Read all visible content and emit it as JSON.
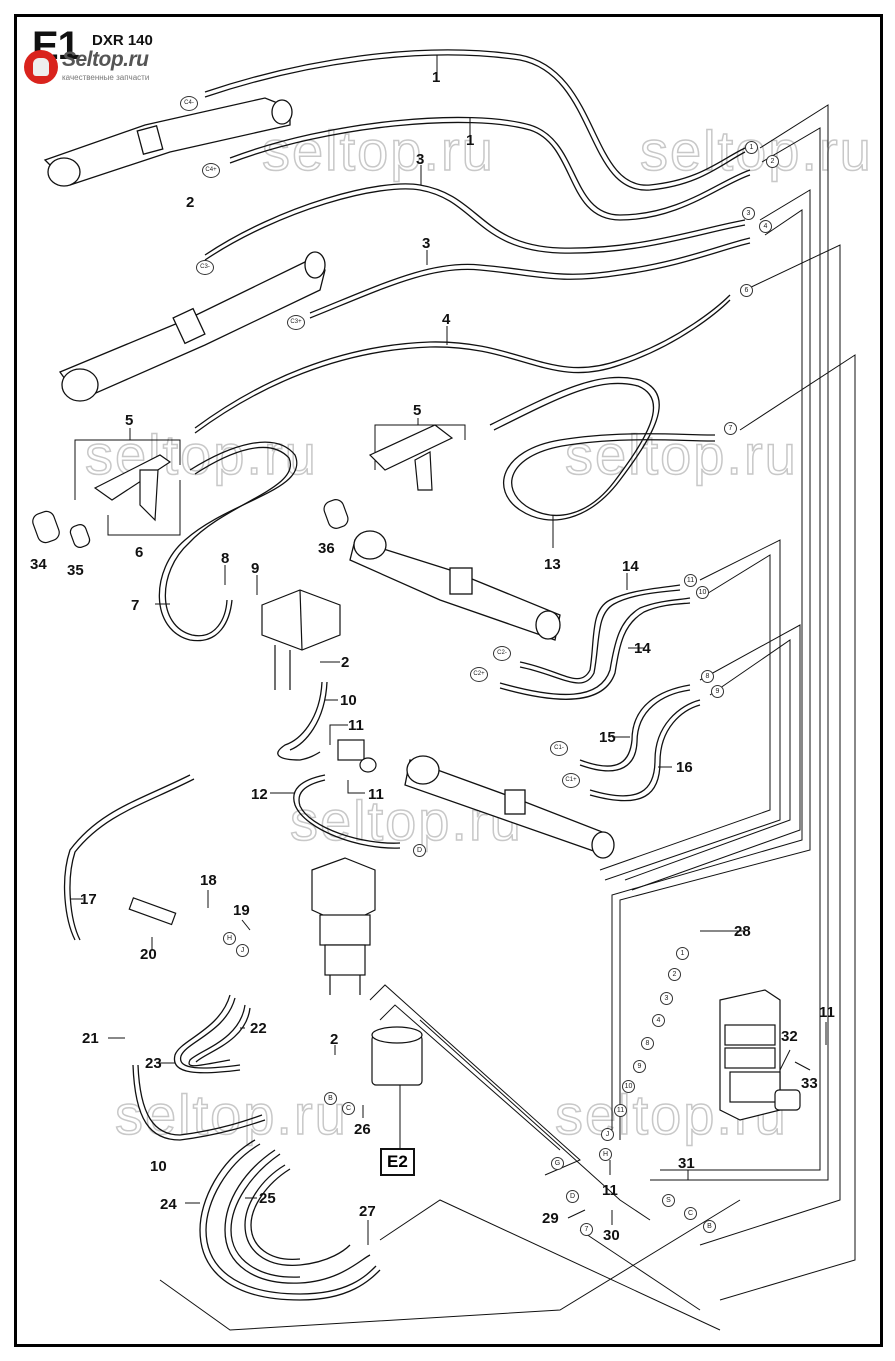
{
  "header": {
    "section_code": "E1",
    "model": "DXR 140"
  },
  "logo": {
    "name": "Seltop.ru",
    "tagline": "качественные запчасти"
  },
  "watermarks": [
    "seltop.ru",
    "seltop.ru",
    "seltop.ru",
    "seltop.ru",
    "seltop.ru",
    "seltop.ru",
    "seltop.ru"
  ],
  "callouts": {
    "c1a": "1",
    "c1b": "1",
    "c2a": "2",
    "c3a": "3",
    "c3b": "3",
    "c4": "4",
    "c5a": "5",
    "c5b": "5",
    "c6": "6",
    "c7": "7",
    "c8": "8",
    "c9": "9",
    "c2b": "2",
    "c10a": "10",
    "c11a": "11",
    "c11b": "11",
    "c12": "12",
    "c13": "13",
    "c14a": "14",
    "c14b": "14",
    "c15": "15",
    "c16": "16",
    "c17": "17",
    "c18": "18",
    "c19": "19",
    "c20": "20",
    "c21": "21",
    "c22": "22",
    "c23": "23",
    "c2c": "2",
    "c26": "26",
    "c10b": "10",
    "c24": "24",
    "c25": "25",
    "c27": "27",
    "c28": "28",
    "c11c": "11",
    "c32": "32",
    "c33": "33",
    "c31": "31",
    "c11d": "11",
    "c29": "29",
    "c30": "30",
    "c34": "34",
    "c35": "35",
    "c36": "36"
  },
  "reference_box": "E2",
  "connection_refs": {
    "right_top": [
      "1",
      "2",
      "3",
      "4",
      "6",
      "7"
    ],
    "mid_right": [
      "11",
      "10",
      "8",
      "9"
    ],
    "cyl_ports": [
      "C4-",
      "C4+",
      "C3-",
      "C3+",
      "C2-",
      "C2+",
      "C1-",
      "C1+"
    ],
    "valve_ports": [
      "1",
      "2",
      "3",
      "4",
      "8",
      "9",
      "10",
      "11",
      "J",
      "H"
    ],
    "bottom_ports": [
      "G",
      "D",
      "7",
      "S",
      "C",
      "B"
    ],
    "pump_ports": [
      "B",
      "C"
    ],
    "swivel_ports": [
      "H",
      "J"
    ],
    "misc": [
      "D"
    ]
  }
}
